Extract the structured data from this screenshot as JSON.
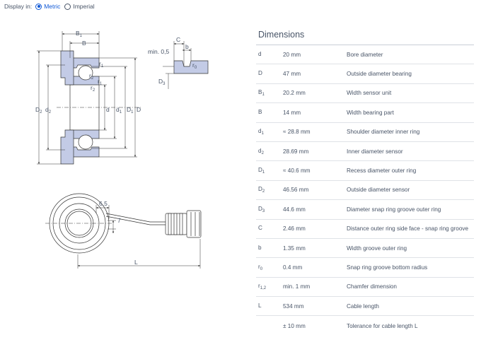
{
  "unit_toggle": {
    "label": "Display in:",
    "options": [
      {
        "label": "Metric",
        "selected": true
      },
      {
        "label": "Imperial",
        "selected": false
      }
    ]
  },
  "drawing": {
    "labels": {
      "b1": "B",
      "b1_sub": "1",
      "b": "B",
      "r2_top": "r",
      "r2_top_sub": "2",
      "r1_top": "r",
      "r1_top_sub": "1",
      "r1_mid": "r",
      "r1_mid_sub": "1",
      "r2_mid": "r",
      "r2_mid_sub": "2",
      "d2_outer": "D",
      "d2_outer_sub": "2",
      "d2_inner": "d",
      "d2_inner_sub": "2",
      "d": "d",
      "d1_inner": "d",
      "d1_inner_sub": "1",
      "d1_outer": "D",
      "d1_outer_sub": "1",
      "D": "D",
      "c": "C",
      "min05": "min. 0,5",
      "b_small": "b",
      "r0": "r",
      "r0_sub": "0",
      "d3": "D",
      "d3_sub": "3",
      "dim65": "6,5",
      "dim7": "7",
      "L": "L"
    }
  },
  "dimensions": {
    "title": "Dimensions",
    "rows": [
      {
        "sym": "d",
        "sub": "",
        "value": "20 mm",
        "desc": "Bore diameter"
      },
      {
        "sym": "D",
        "sub": "",
        "value": "47 mm",
        "desc": "Outside diameter bearing"
      },
      {
        "sym": "B",
        "sub": "1",
        "value": "20.2 mm",
        "desc": "Width sensor unit"
      },
      {
        "sym": "B",
        "sub": "",
        "value": "14 mm",
        "desc": "Width bearing part"
      },
      {
        "sym": "d",
        "sub": "1",
        "value": "≈ 28.8 mm",
        "desc": "Shoulder diameter inner ring"
      },
      {
        "sym": "d",
        "sub": "2",
        "value": "28.69 mm",
        "desc": "Inner diameter sensor"
      },
      {
        "sym": "D",
        "sub": "1",
        "value": "≈ 40.6 mm",
        "desc": "Recess diameter outer ring"
      },
      {
        "sym": "D",
        "sub": "2",
        "value": "46.56 mm",
        "desc": "Outside diameter sensor"
      },
      {
        "sym": "D",
        "sub": "3",
        "value": "44.6 mm",
        "desc": "Diameter snap ring groove outer ring"
      },
      {
        "sym": "C",
        "sub": "",
        "value": "2.46 mm",
        "desc": "Distance outer ring side face - snap ring groove"
      },
      {
        "sym": "b",
        "sub": "",
        "value": "1.35 mm",
        "desc": "Width groove outer ring"
      },
      {
        "sym": "r",
        "sub": "0",
        "value": "0.4 mm",
        "desc": "Snap ring groove bottom radius"
      },
      {
        "sym": "r",
        "sub": "1,2",
        "value": "min. 1 mm",
        "desc": "Chamfer dimension"
      },
      {
        "sym": "L",
        "sub": "",
        "value": "534 mm",
        "desc": "Cable length"
      },
      {
        "sym": "",
        "sub": "",
        "value": "± 10 mm",
        "desc": "Tolerance for cable length L"
      }
    ]
  },
  "colors": {
    "accent": "#0f58d6",
    "text": "#485467",
    "part_fill": "#c3cbe6"
  }
}
